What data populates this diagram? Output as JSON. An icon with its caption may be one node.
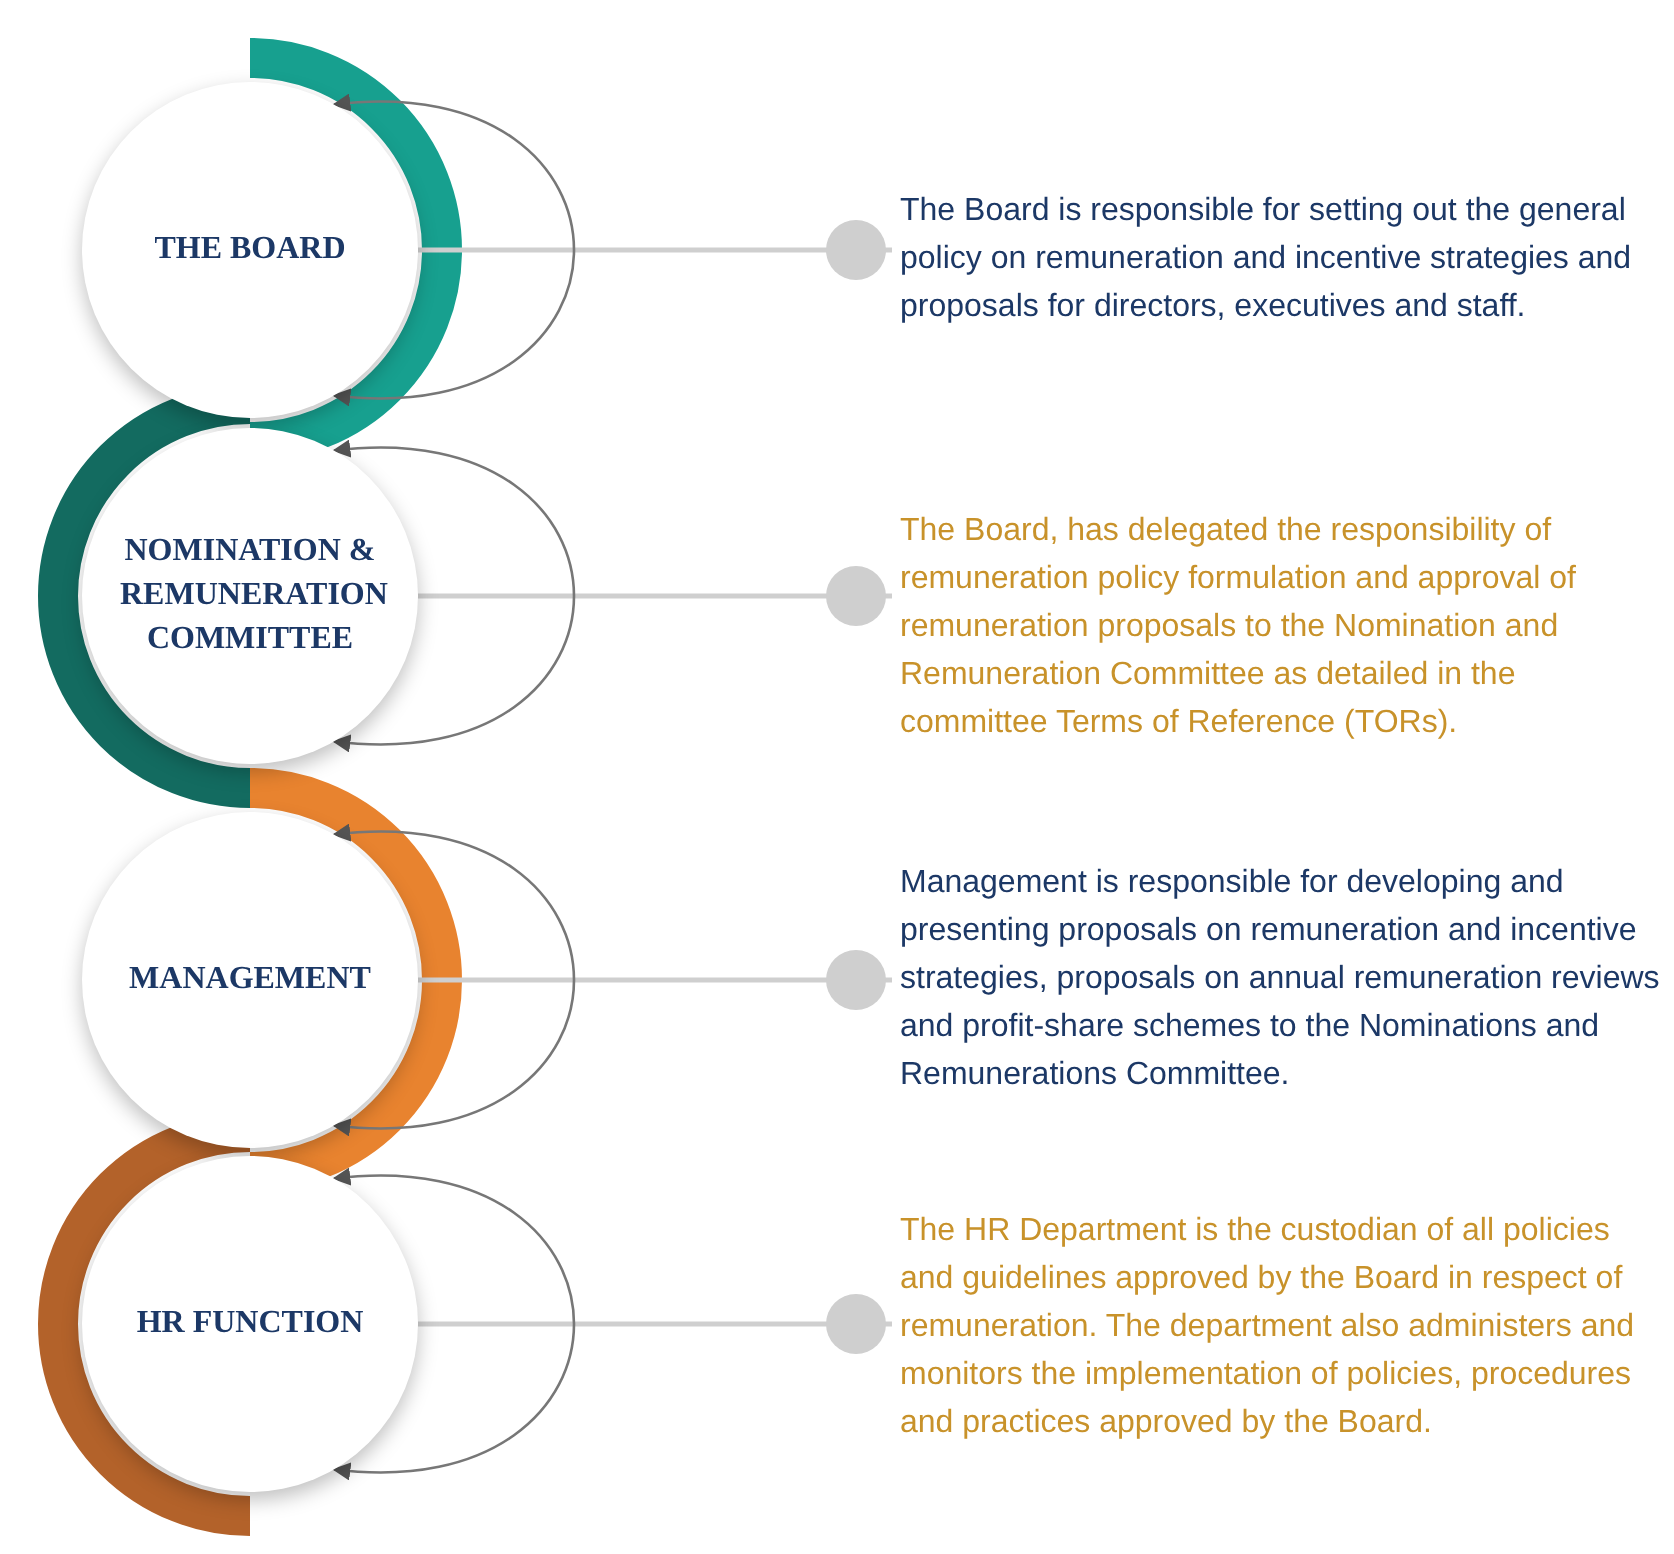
{
  "diagram": {
    "nodes": [
      {
        "text": [
          "THE BOARD"
        ]
      },
      {
        "text": [
          "The Board is responsible for setting out the general policy on remuneration and incentive strategies and proposals for directors, executives and staff."
        ]
      },
      {
        "text": [
          "NOMINATION & REMUNERATION COMMITTEE"
        ]
      },
      {
        "text": [
          "The Board, has delegated the responsibility of remuneration policy formulation and approval of remuneration proposals to the Nomination and Remuneration Committee as detailed in the committee Terms of Reference (TORs)."
        ]
      },
      {
        "text": [
          "MANAGEMENT"
        ]
      },
      {
        "text": [
          "Management is responsible for developing and presenting proposals on remuneration and incentive strategies, proposals on annual remuneration reviews and profit-share schemes to the Nominations and Remunerations Committee."
        ]
      },
      {
        "text": [
          "HR FUNCTION"
        ]
      },
      {
        "text": [
          "The HR Department is the custodian of all policies and guidelines approved by the Board in respect of remuneration. The department also administers and monitors the implementation of policies, procedures and practices approved by the Board."
        ]
      }
    ],
    "edges": [
      {
        "from": 0,
        "to": 1,
        "arrow": "other"
      },
      {
        "from": 2,
        "to": 3,
        "arrow": "other"
      },
      {
        "from": 4,
        "to": 5,
        "arrow": "other"
      },
      {
        "from": 6,
        "to": 7,
        "arrow": "other"
      },
      {
        "from": 0,
        "to": 0,
        "arrow": "both"
      },
      {
        "from": 2,
        "to": 2,
        "arrow": "both"
      },
      {
        "from": 4,
        "to": 4,
        "arrow": "both"
      },
      {
        "from": 6,
        "to": 6,
        "arrow": "both"
      }
    ]
  }
}
